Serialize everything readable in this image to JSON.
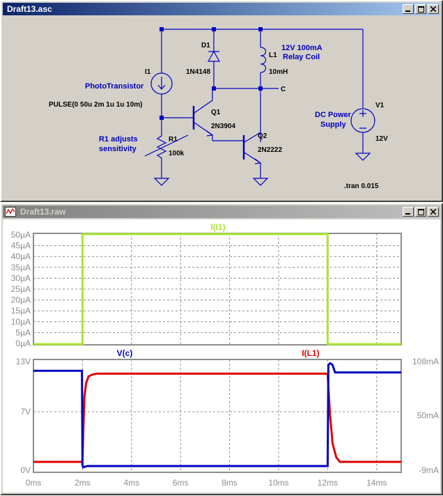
{
  "schematic_window": {
    "title": "Draft13.asc",
    "labels": {
      "d1_name": "D1",
      "d1_value": "1N4148",
      "l1_name": "L1",
      "l1_value": "10mH",
      "l1_desc_1": "12V 100mA",
      "l1_desc_2": "Relay Coil",
      "net_c": "C",
      "i1_name": "I1",
      "i1_desc": "PhotoTransistor",
      "pulse": "PULSE(0 50u 2m 1u 1u 10m)",
      "q1_name": "Q1",
      "q1_value": "2N3904",
      "q2_name": "Q2",
      "q2_value": "2N2222",
      "r1_name": "R1",
      "r1_value": "100k",
      "r1_desc_1": "R1 adjusts",
      "r1_desc_2": "sensitivity",
      "v1_name": "V1",
      "v1_value": "12V",
      "v1_desc_1": "DC Power",
      "v1_desc_2": "Supply",
      "tran": ".tran 0.015"
    },
    "wire_color": "#0000c0",
    "background": "#d4d0c8"
  },
  "plot_window": {
    "title": "Draft13.raw",
    "chart_data": [
      {
        "type": "line",
        "title": "I(I1)",
        "y_ticks": [
          "50µA",
          "45µA",
          "40µA",
          "35µA",
          "30µA",
          "25µA",
          "20µA",
          "15µA",
          "10µA",
          "5µA",
          "0µA"
        ],
        "ylim_uA": [
          0,
          50
        ],
        "xlim_ms": [
          0,
          15
        ],
        "grid": true,
        "series": [
          {
            "name": "I(I1)",
            "color": "#aae632",
            "x_ms": [
              0,
              2,
              2,
              12,
              12,
              15
            ],
            "y_uA": [
              0,
              0,
              50,
              50,
              0,
              0
            ]
          }
        ]
      },
      {
        "type": "line",
        "x_ticks": [
          "0ms",
          "2ms",
          "4ms",
          "6ms",
          "8ms",
          "10ms",
          "12ms",
          "14ms"
        ],
        "xlim_ms": [
          0,
          15
        ],
        "y_left_ticks": [
          "13V",
          "7V",
          "0V"
        ],
        "ylim_left_V": [
          0,
          13
        ],
        "y_right_ticks": [
          "108mA",
          "50mA",
          "-9mA"
        ],
        "ylim_right_mA": [
          -9,
          108
        ],
        "grid": true,
        "series": [
          {
            "name": "V(c)",
            "color": "#0000c0",
            "axis": "left",
            "x_ms": [
              0,
              1.98,
              2.0,
              2.03,
              2.2,
              12.0,
              12.03,
              12.1,
              12.2,
              12.3,
              15
            ],
            "y_V": [
              11.9,
              11.9,
              0.6,
              0.35,
              0.5,
              0.5,
              12.6,
              12.8,
              12.6,
              11.7,
              11.7
            ]
          },
          {
            "name": "I(L1)",
            "color": "#e00000",
            "axis": "right",
            "x_ms": [
              0,
              2.0,
              2.03,
              2.08,
              2.15,
              2.25,
              2.4,
              2.6,
              12.0,
              12.03,
              12.1,
              12.2,
              12.35,
              12.5,
              15
            ],
            "y_mA": [
              0,
              0,
              30,
              70,
              85,
              92,
              94,
              95,
              95,
              80,
              50,
              20,
              5,
              0,
              0
            ]
          }
        ]
      }
    ]
  }
}
